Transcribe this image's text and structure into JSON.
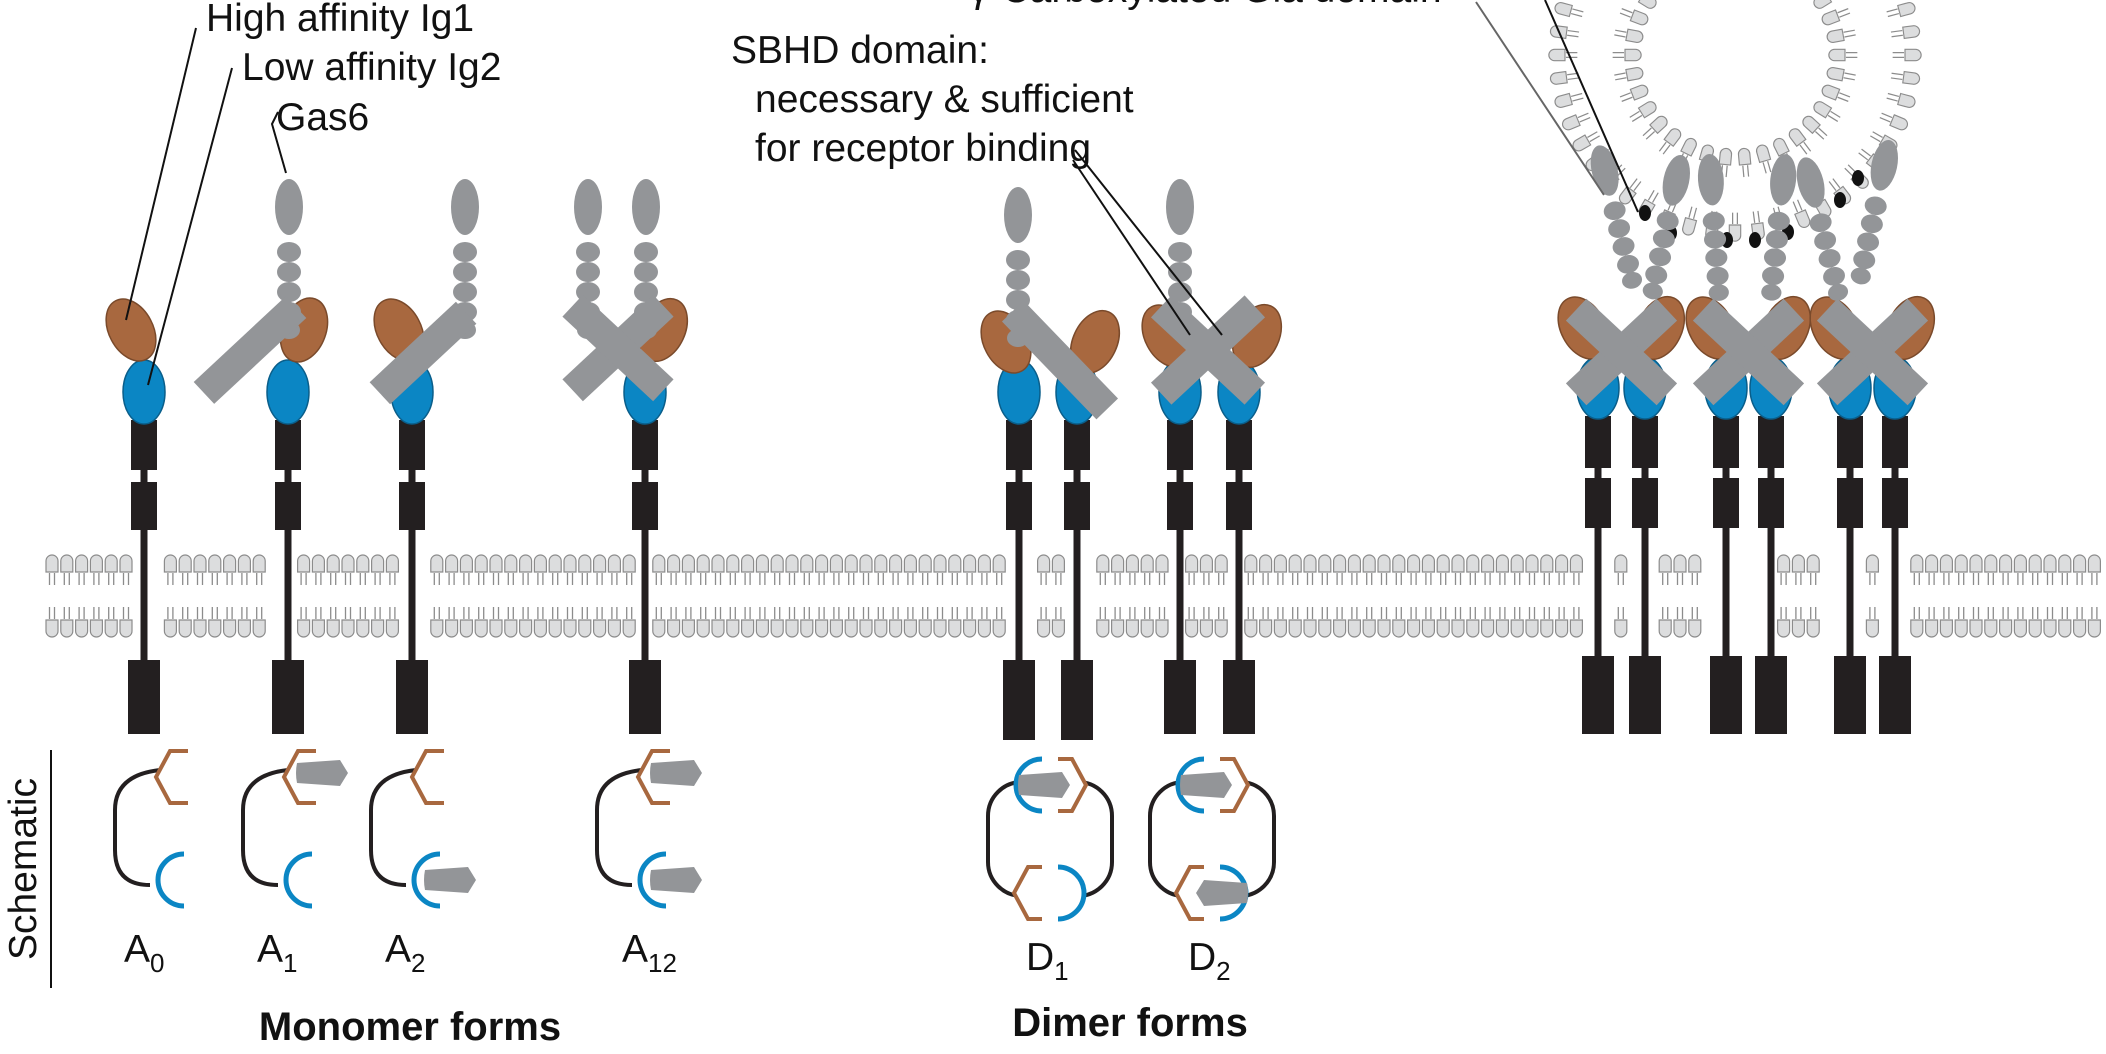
{
  "colors": {
    "ig1": "#A8683F",
    "ig2": "#0B86C4",
    "gas6": "#939598",
    "receptor": "#231F20",
    "lipid_fill": "#DCDDDE",
    "lipid_stroke": "#8C8C8C",
    "schematic_loop": "#231F20"
  },
  "annotations": {
    "ig1": "High affinity Ig1",
    "ig2": "Low affinity Ig2",
    "gas6": "Gas6",
    "sbhd_line1": "SBHD domain:",
    "sbhd_line2": "necessary & sufficient",
    "sbhd_line3": "for receptor binding",
    "gla_domain": "γ-Carboxylated Gla domain"
  },
  "side_label": "Schematic",
  "forms": {
    "a0": {
      "main": "A",
      "sub": "0"
    },
    "a1": {
      "main": "A",
      "sub": "1"
    },
    "a2": {
      "main": "A",
      "sub": "2"
    },
    "a12": {
      "main": "A",
      "sub": "12"
    },
    "d1": {
      "main": "D",
      "sub": "1"
    },
    "d2": {
      "main": "D",
      "sub": "2"
    }
  },
  "group_labels": {
    "monomer": "Monomer forms",
    "dimer": "Dimer forms"
  }
}
